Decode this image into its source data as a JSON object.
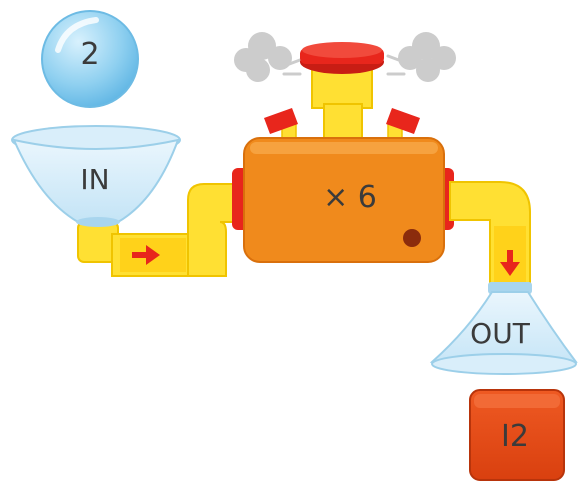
{
  "input": {
    "value": "2",
    "funnel_label": "IN"
  },
  "machine": {
    "operation": "× 6"
  },
  "output": {
    "funnel_label": "OUT",
    "value": "I2"
  },
  "colors": {
    "ball": "#8fd0f0",
    "funnel": "#cfe9f7",
    "pipe": "#ffe033",
    "machine": "#f08a1c",
    "cap": "#e8261c",
    "arrow": "#e8261c",
    "result_box": "#e64a17",
    "steam": "#cccccc"
  }
}
